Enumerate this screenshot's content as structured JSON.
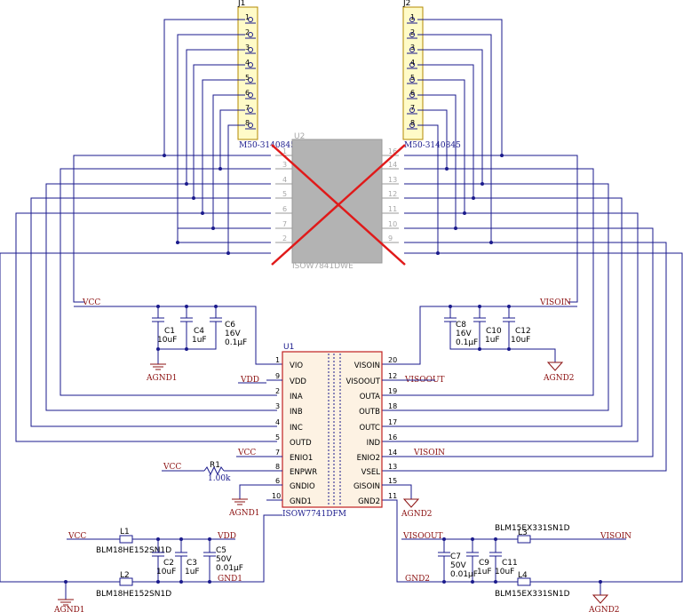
{
  "connectors": {
    "j1": {
      "ref": "J1",
      "part": "M50-3140845",
      "pins": [
        "1",
        "2",
        "3",
        "4",
        "5",
        "6",
        "7",
        "8"
      ]
    },
    "j2": {
      "ref": "J2",
      "part": "M50-3140845",
      "pins": [
        "1",
        "2",
        "3",
        "4",
        "5",
        "6",
        "7",
        "8"
      ]
    }
  },
  "u2": {
    "ref": "U2",
    "part": "ISOW7841DWE",
    "left_pins": [
      "1",
      "3",
      "4",
      "5",
      "6",
      "7",
      "2"
    ],
    "right_pins": [
      "16",
      "14",
      "13",
      "12",
      "11",
      "10",
      "9"
    ],
    "status": "not-populated"
  },
  "u1": {
    "ref": "U1",
    "part": "ISOW7741DFM",
    "left": [
      {
        "num": "1",
        "name": "VIO"
      },
      {
        "num": "9",
        "name": "VDD"
      },
      {
        "num": "2",
        "name": "INA"
      },
      {
        "num": "3",
        "name": "INB"
      },
      {
        "num": "4",
        "name": "INC"
      },
      {
        "num": "5",
        "name": "OUTD"
      },
      {
        "num": "7",
        "name": "ENIO1"
      },
      {
        "num": "8",
        "name": "ENPWR"
      },
      {
        "num": "6",
        "name": "GNDIO"
      },
      {
        "num": "10",
        "name": "GND1"
      }
    ],
    "right": [
      {
        "num": "20",
        "name": "VISOIN"
      },
      {
        "num": "12",
        "name": "VISOOUT"
      },
      {
        "num": "19",
        "name": "OUTA"
      },
      {
        "num": "18",
        "name": "OUTB"
      },
      {
        "num": "17",
        "name": "OUTC"
      },
      {
        "num": "16",
        "name": "IND"
      },
      {
        "num": "14",
        "name": "ENIO2"
      },
      {
        "num": "13",
        "name": "VSEL"
      },
      {
        "num": "15",
        "name": "GISOIN"
      },
      {
        "num": "11",
        "name": "GND2"
      }
    ]
  },
  "nets": {
    "vcc": "VCC",
    "vdd": "VDD",
    "visoout": "VISOOUT",
    "visoin": "VISOIN",
    "gnd1": "GND1",
    "gnd2": "GND2",
    "agnd1": "AGND1",
    "agnd2": "AGND2"
  },
  "capacitors": {
    "c1": {
      "ref": "C1",
      "value": "10uF"
    },
    "c4": {
      "ref": "C4",
      "value": "1uF"
    },
    "c6": {
      "ref": "C6",
      "value_a": "16V",
      "value_b": "0.1µF"
    },
    "c8": {
      "ref": "C8",
      "value_a": "16V",
      "value_b": "0.1µF"
    },
    "c10": {
      "ref": "C10",
      "value": "1uF"
    },
    "c12": {
      "ref": "C12",
      "value": "10uF"
    },
    "c2": {
      "ref": "C2",
      "value": "10uF"
    },
    "c3": {
      "ref": "C3",
      "value": "1uF"
    },
    "c5": {
      "ref": "C5",
      "value_a": "50V",
      "value_b": "0.01µF"
    },
    "c7": {
      "ref": "C7",
      "value_a": "50V",
      "value_b": "0.01µF"
    },
    "c9": {
      "ref": "C9",
      "value": "1uF"
    },
    "c11": {
      "ref": "C11",
      "value": "10uF"
    }
  },
  "resistor": {
    "ref": "R1",
    "value": "1.00k"
  },
  "inductors": {
    "l1": {
      "ref": "L1",
      "part": "BLM18HE152SN1D"
    },
    "l2": {
      "ref": "L2",
      "part": "BLM18HE152SN1D"
    },
    "l3": {
      "ref": "L3",
      "part": "BLM15EX331SN1D"
    },
    "l4": {
      "ref": "L4",
      "part": "BLM15EX331SN1D"
    }
  }
}
